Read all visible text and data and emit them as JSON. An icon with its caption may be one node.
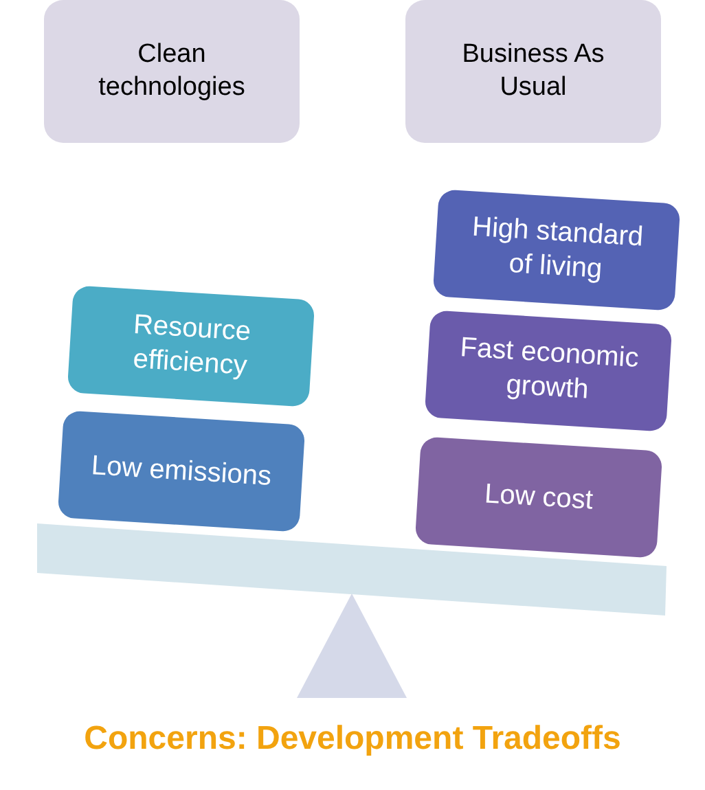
{
  "diagram": {
    "caption": "Concerns: Development Tradeoffs",
    "nodes": [
      {
        "text": [
          "Clean technologies"
        ]
      },
      {
        "text": [
          "Business As Usual"
        ]
      },
      {
        "text": [
          "Resource efficiency"
        ]
      },
      {
        "text": [
          "Low emissions"
        ]
      },
      {
        "text": [
          "High standard of living"
        ]
      },
      {
        "text": [
          "Fast economic growth"
        ]
      },
      {
        "text": [
          "Low cost"
        ]
      }
    ]
  }
}
